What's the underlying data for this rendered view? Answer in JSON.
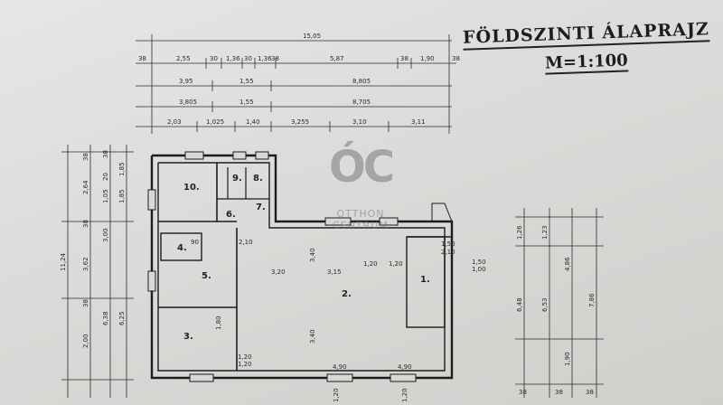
{
  "plan": {
    "title": "FÖLDSZINTI ÁLAPRAJZ",
    "scale": "M=1:100"
  },
  "watermark": {
    "logo": "ÓC",
    "line1": "OTTHON",
    "line2": "CENTRUM"
  },
  "top_dims": {
    "total": "15,05",
    "row1": [
      "38",
      "2,55",
      "30",
      "1,36",
      "30",
      "1,36",
      "38",
      "5,87",
      "38",
      "1,90",
      "38"
    ],
    "row2": [
      "3,95",
      "1,55",
      "8,805"
    ],
    "row3": [
      "3,805",
      "1,55",
      "8,705"
    ],
    "row4": [
      "2,03",
      "1,025",
      "1,40",
      "3,255",
      "3,10",
      "3,11"
    ]
  },
  "left_dims": {
    "total": "11,24",
    "col1": [
      "38",
      "2,64",
      "38",
      "3,62",
      "38",
      "2,00"
    ],
    "col2": [
      "38",
      "20",
      "1,05",
      "3,00",
      "6,38"
    ],
    "col3": [
      "1,85",
      "1,85",
      "6,25"
    ]
  },
  "right_dims": {
    "col1": [
      "1,26",
      "6,48"
    ],
    "col2": [
      "1,23",
      "6,53"
    ],
    "col3": [
      "4,86",
      "1,90"
    ],
    "col4": [
      "7,86"
    ],
    "bottom": [
      "38",
      "38",
      "38"
    ]
  },
  "rooms": [
    "10.",
    "9.",
    "8.",
    "6.",
    "7.",
    "4.",
    "5.",
    "2.",
    "1.",
    "3."
  ],
  "interior_dims": [
    "3,20",
    "3,15",
    "3,40",
    "3,40",
    "1,20",
    "1,20",
    "1,50",
    "2,10",
    "2,10",
    "90",
    "1,80",
    "1,20",
    "1,20",
    "4,90",
    "4,90",
    "1,20",
    "1,20",
    "1,50",
    "1,00"
  ]
}
